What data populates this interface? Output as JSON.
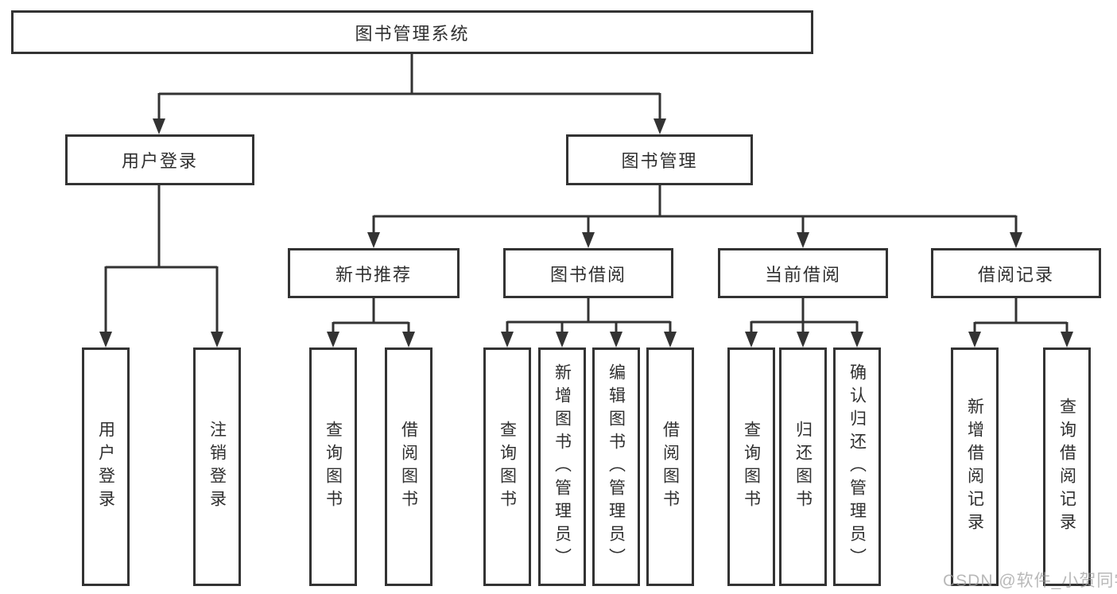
{
  "diagram": {
    "root": {
      "label": "图书管理系统"
    },
    "level2": [
      {
        "label": "用户登录"
      },
      {
        "label": "图书管理"
      }
    ],
    "level3": [
      {
        "label": "新书推荐"
      },
      {
        "label": "图书借阅"
      },
      {
        "label": "当前借阅"
      },
      {
        "label": "借阅记录"
      }
    ],
    "leaves": [
      {
        "label": "用户登录",
        "parent": "用户登录"
      },
      {
        "label": "注销登录",
        "parent": "用户登录"
      },
      {
        "label": "查询图书",
        "parent": "新书推荐"
      },
      {
        "label": "借阅图书",
        "parent": "新书推荐"
      },
      {
        "label": "查询图书",
        "parent": "图书借阅"
      },
      {
        "label": "新增图书（管理员）",
        "parent": "图书借阅"
      },
      {
        "label": "编辑图书（管理员）",
        "parent": "图书借阅"
      },
      {
        "label": "借阅图书",
        "parent": "图书借阅"
      },
      {
        "label": "查询图书",
        "parent": "当前借阅"
      },
      {
        "label": "归还图书",
        "parent": "当前借阅"
      },
      {
        "label": "确认归还（管理员）",
        "parent": "当前借阅"
      },
      {
        "label": "新增借阅记录",
        "parent": "借阅记录"
      },
      {
        "label": "查询借阅记录",
        "parent": "借阅记录"
      }
    ],
    "watermark": "CSDN @软件_小贺同学",
    "colors": {
      "line": "#333333",
      "box_border": "#333333",
      "background": "#ffffff",
      "text": "#2f2f2f",
      "watermark": "#9e9e9e"
    }
  }
}
